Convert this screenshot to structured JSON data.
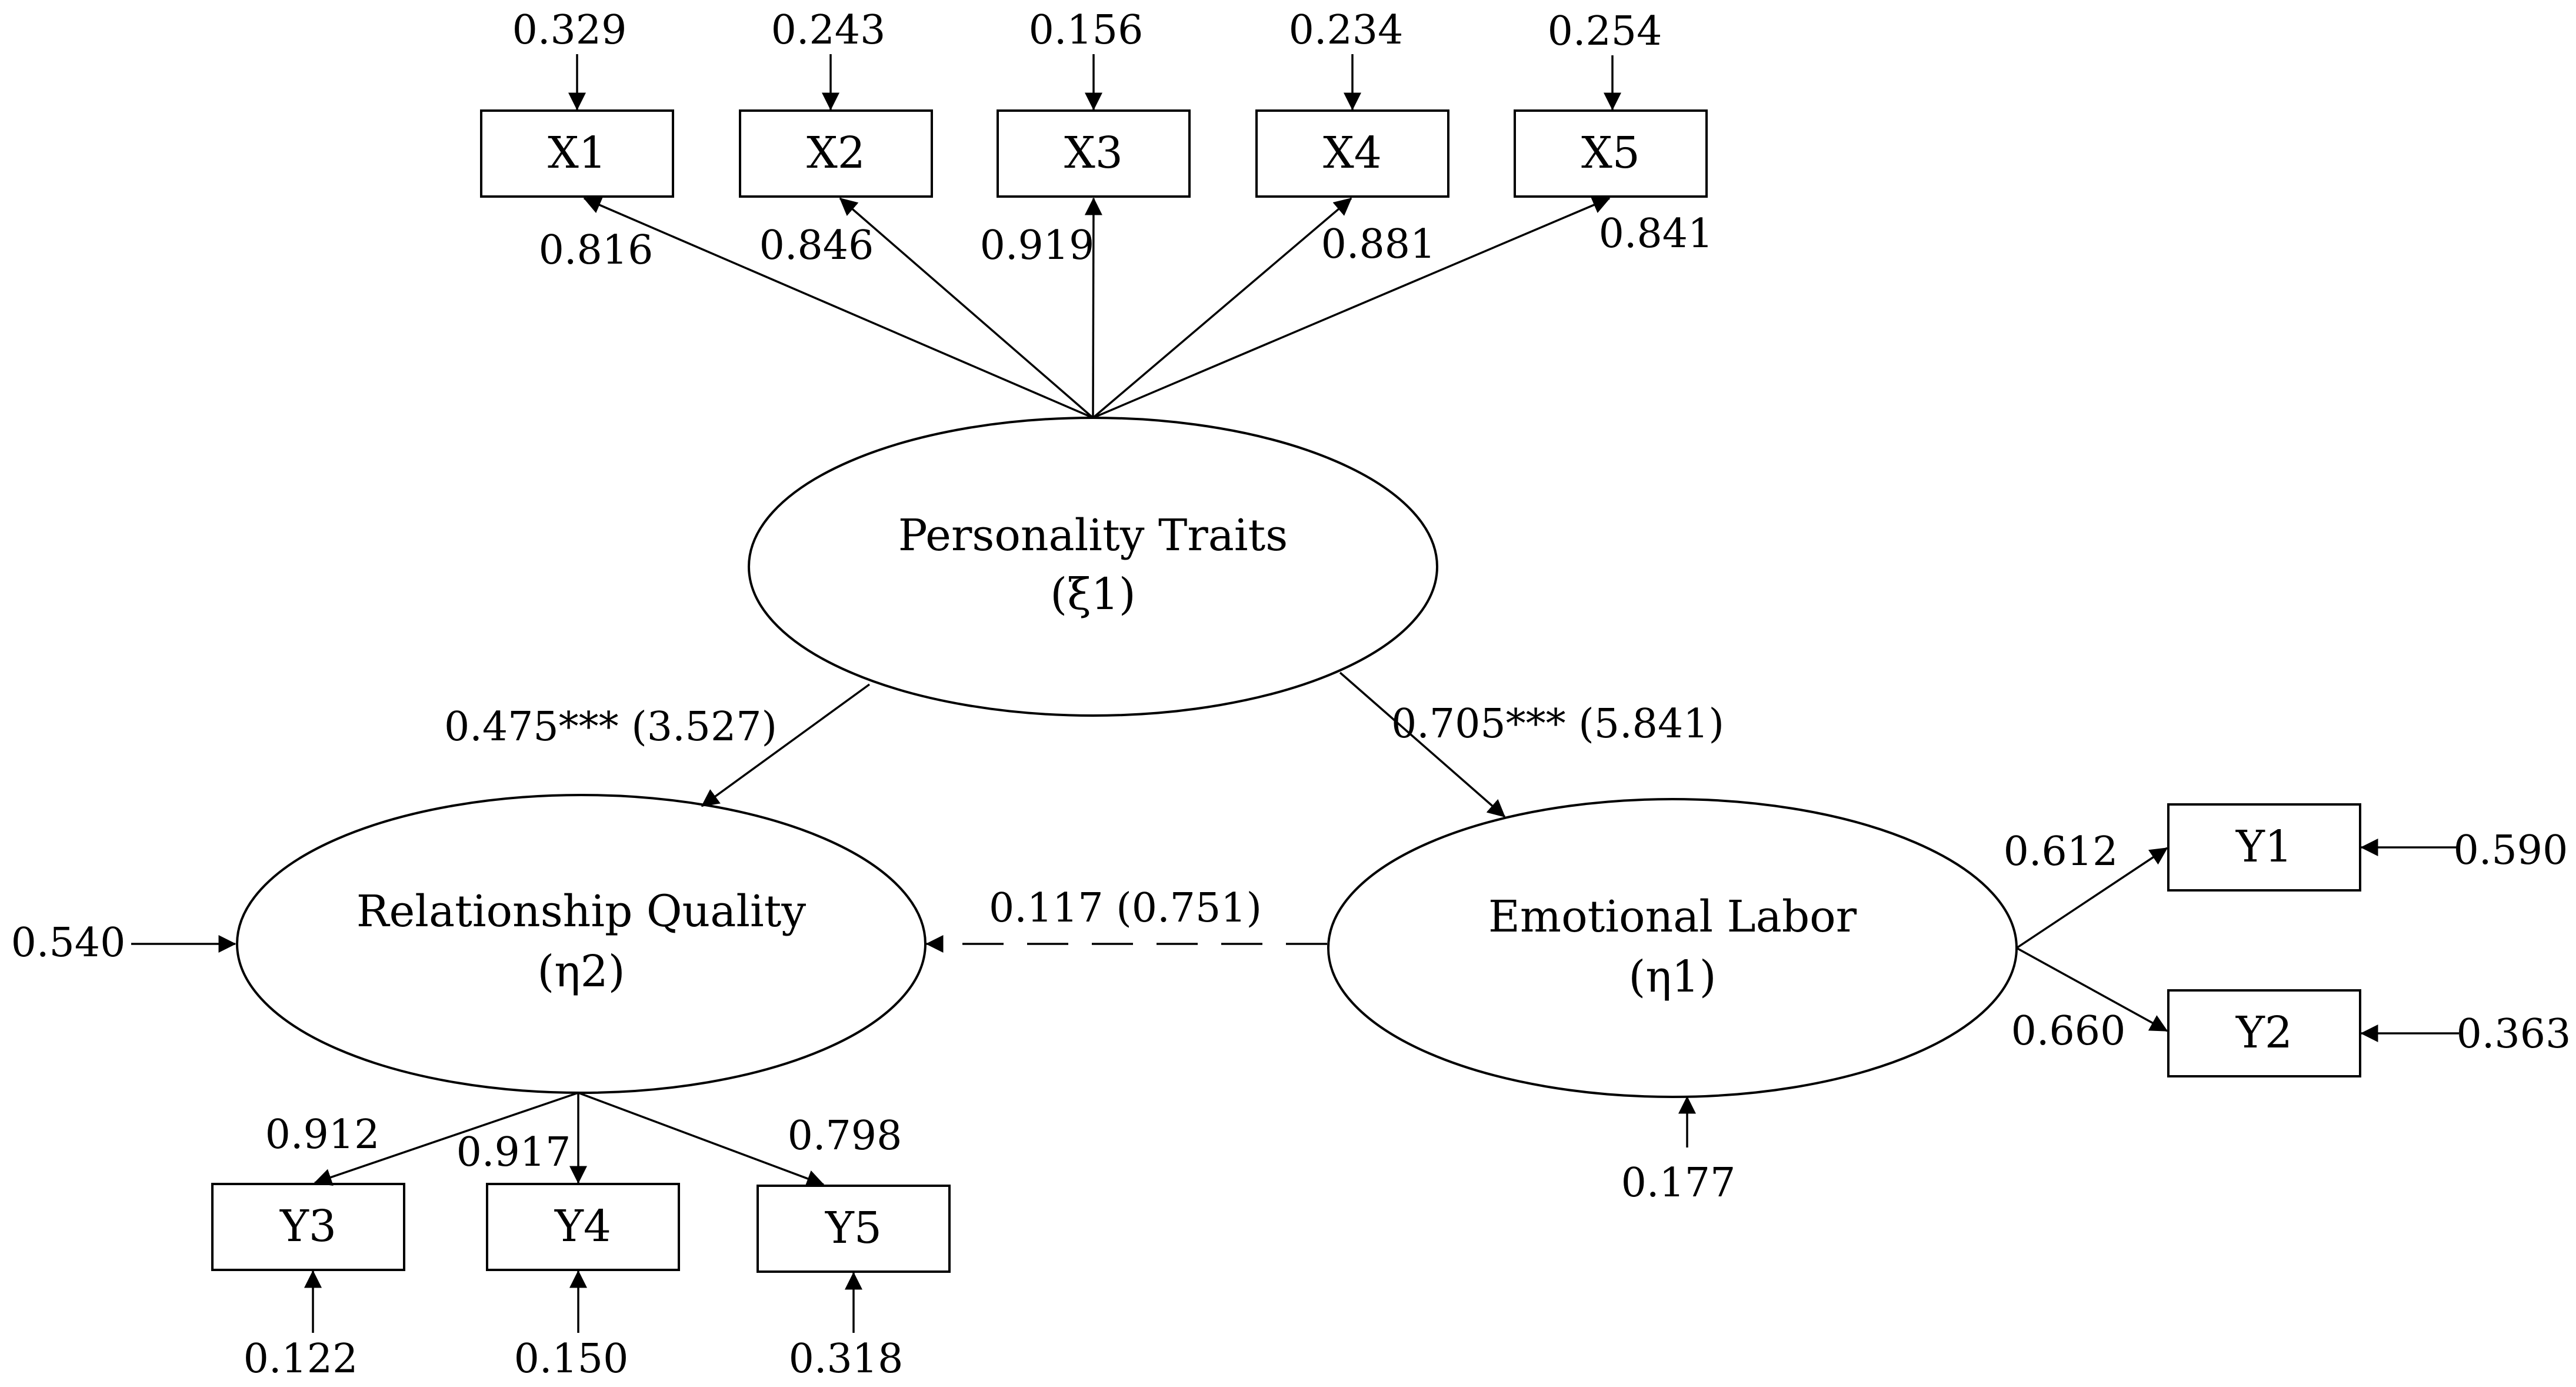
{
  "latents": {
    "personality": {
      "name": "Personality Traits",
      "symbol": "(ξ1)"
    },
    "relationship": {
      "name": "Relationship Quality",
      "symbol": "(η2)"
    },
    "emotional": {
      "name": "Emotional Labor",
      "symbol": "(η1)"
    }
  },
  "indicators": {
    "x1": {
      "label": "X1",
      "loading": "0.816",
      "error": "0.329"
    },
    "x2": {
      "label": "X2",
      "loading": "0.846",
      "error": "0.243"
    },
    "x3": {
      "label": "X3",
      "loading": "0.919",
      "error": "0.156"
    },
    "x4": {
      "label": "X4",
      "loading": "0.881",
      "error": "0.234"
    },
    "x5": {
      "label": "X5",
      "loading": "0.841",
      "error": "0.254"
    },
    "y1": {
      "label": "Y1",
      "loading": "0.612",
      "error": "0.590"
    },
    "y2": {
      "label": "Y2",
      "loading": "0.660",
      "error": "0.363"
    },
    "y3": {
      "label": "Y3",
      "loading": "0.912",
      "error": "0.122"
    },
    "y4": {
      "label": "Y4",
      "loading": "0.917",
      "error": "0.150"
    },
    "y5": {
      "label": "Y5",
      "loading": "0.798",
      "error": "0.318"
    }
  },
  "structural_paths": {
    "personality_to_relationship": "0.475*** (3.527)",
    "personality_to_emotional": "0.705*** (5.841)",
    "emotional_to_relationship": "0.117 (0.751)"
  },
  "disturbances": {
    "relationship": "0.540",
    "emotional": "0.177"
  }
}
